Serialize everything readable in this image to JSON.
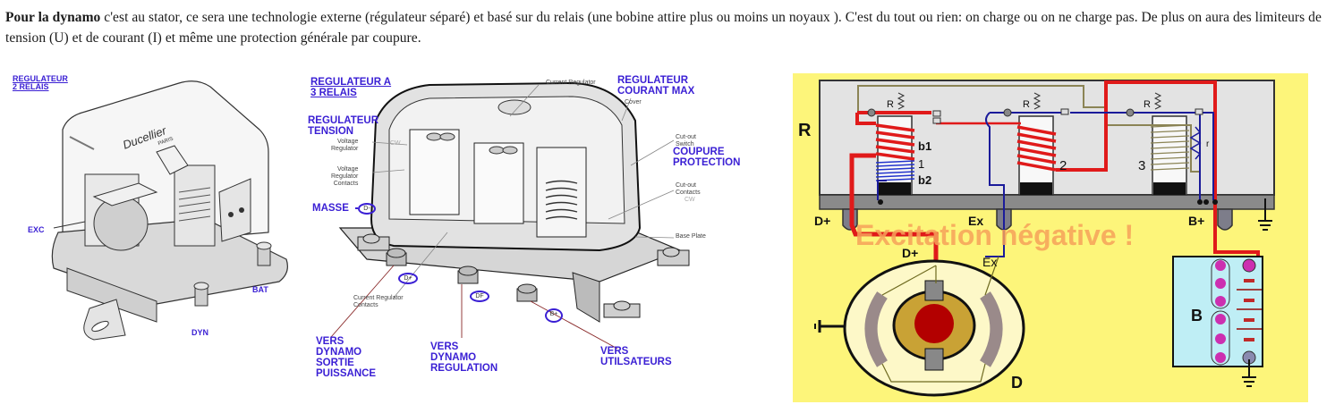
{
  "paragraph": {
    "bold_lead": "Pour la dynamo",
    "text_line": " c'est au stator, ce sera une technologie externe (régulateur séparé) et basé sur du relais (une bobine attire plus ou moins un noyaux ). C'est du tout ou rien: on charge ou on ne charge pas. De plus on aura des limiteurs de tension (U) et de courant (I) et même une protection générale par coupure."
  },
  "figure1": {
    "title": "REGULATEUR\n2 RELAIS",
    "brand": "Ducellier",
    "brand_sub": "PARIS",
    "labels": {
      "exc": "EXC",
      "bat": "BAT",
      "dyn": "DYN"
    }
  },
  "figure2": {
    "title": "REGULATEUR A\n3 RELAIS",
    "tension": "REGULATEUR\nTENSION",
    "courant_max": "REGULATEUR\nCOURANT MAX",
    "coupure": "COUPURE\nPROTECTION",
    "masse": "MASSE",
    "masse_terminal": "D-",
    "vers_sortie": "VERS\nDYNAMO\nSORTIE\nPUISSANCE",
    "vers_regulation": "VERS\nDYNAMO\nREGULATION",
    "vers_utilisateurs": "VERS\nUTILSATEURS",
    "terminals": {
      "dplus": "D+",
      "df": "DF",
      "bplus": "B+"
    },
    "callouts": {
      "current_regulator": "Current Regulator",
      "cover": "Cover",
      "voltage_regulator": "Voltage\nRegulator",
      "cw": "CW",
      "voltage_regulator_contacts": "Voltage\nRegulator\nContacts",
      "cutout_switch": "Cut-out\nSwitch",
      "cutout_contacts": "Cut-out\nContacts",
      "cw2": "CW",
      "base_plate": "Base Plate",
      "current_regulator_contacts": "Current Regulator\nContacts"
    }
  },
  "figure3": {
    "colors": {
      "background": "#fdf57a",
      "box": "#e3e3e3",
      "base": "#8a8a8a",
      "red_wire": "#e01a1a",
      "blue_wire": "#1b1b9a",
      "olive_wire": "#8b8455",
      "battery": "#bfeef5",
      "watermark": "#f6a25a"
    },
    "labels": {
      "R": "R",
      "r_top1": "R",
      "r_top2": "R",
      "r_top3": "R",
      "b1": "b1",
      "one": "1",
      "b2": "b2",
      "two": "2",
      "three": "3",
      "small_r": "r",
      "dplus_reg": "D+",
      "ex_reg": "Ex",
      "bplus_reg": "B+",
      "dplus_dyn": "D+",
      "ex_dyn": "Ex",
      "D": "D",
      "B": "B"
    },
    "watermark": "Excitation négative !"
  }
}
